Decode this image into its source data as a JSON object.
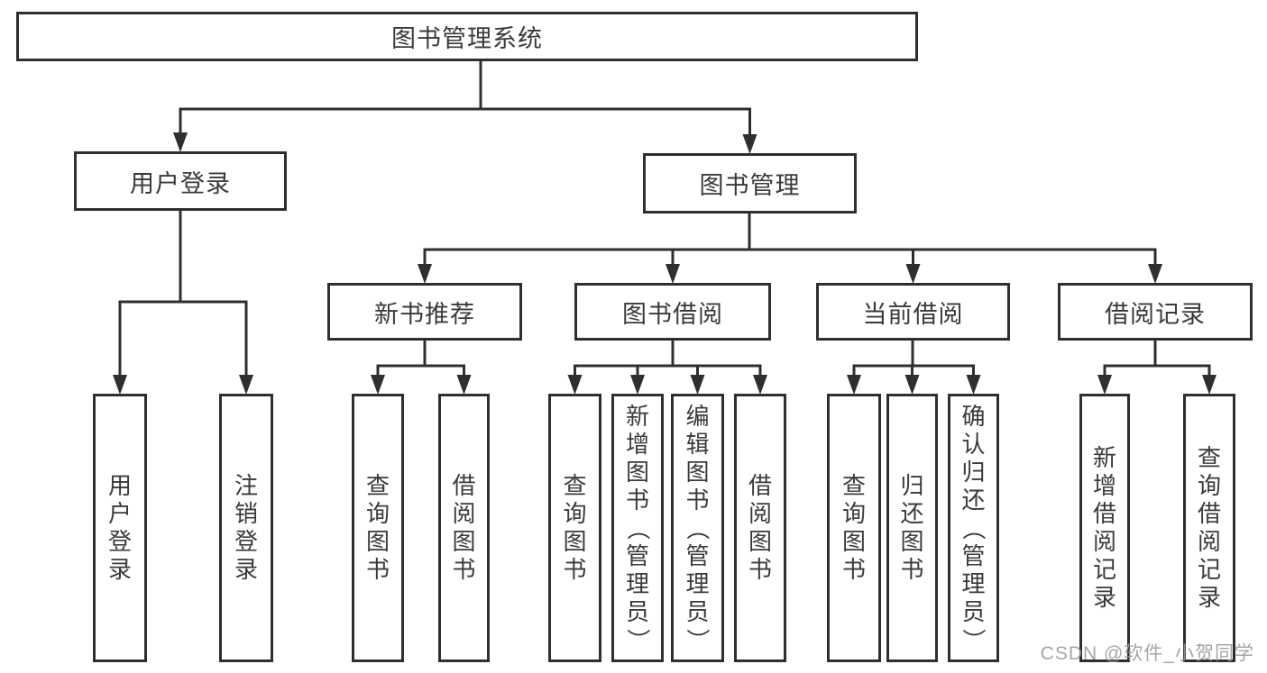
{
  "diagram": {
    "title": "图书管理系统",
    "type": "hierarchy-tree"
  },
  "watermark": {
    "text": "CSDN @软件_小贺同学"
  },
  "colors": {
    "line": "#2f2f2f",
    "box_border": "#2f2f2f",
    "text": "#3a3a3a",
    "watermark": "#969696",
    "background": "#ffffff"
  },
  "nodes": [
    {
      "id": "root",
      "label": "图书管理系统",
      "orientation": "horizontal",
      "level": 0
    },
    {
      "id": "user-login",
      "label": "用户登录",
      "orientation": "horizontal",
      "level": 1
    },
    {
      "id": "book-management",
      "label": "图书管理",
      "orientation": "horizontal",
      "level": 1
    },
    {
      "id": "new-book-recommend",
      "label": "新书推荐",
      "orientation": "horizontal",
      "level": 2
    },
    {
      "id": "book-borrowing",
      "label": "图书借阅",
      "orientation": "horizontal",
      "level": 2
    },
    {
      "id": "current-borrowing",
      "label": "当前借阅",
      "orientation": "horizontal",
      "level": 2
    },
    {
      "id": "borrowing-records",
      "label": "借阅记录",
      "orientation": "horizontal",
      "level": 2
    },
    {
      "id": "leaf-user-login",
      "label": "用户登录",
      "orientation": "vertical",
      "level": 3
    },
    {
      "id": "leaf-logout",
      "label": "注销登录",
      "orientation": "vertical",
      "level": 3
    },
    {
      "id": "leaf-query-books-1",
      "label": "查询图书",
      "orientation": "vertical",
      "level": 3
    },
    {
      "id": "leaf-borrow-books-1",
      "label": "借阅图书",
      "orientation": "vertical",
      "level": 3
    },
    {
      "id": "leaf-query-books-2",
      "label": "查询图书",
      "orientation": "vertical",
      "level": 3
    },
    {
      "id": "leaf-add-books",
      "label": "新增图书（管理员）",
      "orientation": "vertical",
      "level": 3
    },
    {
      "id": "leaf-edit-books",
      "label": "编辑图书（管理员）",
      "orientation": "vertical",
      "level": 3
    },
    {
      "id": "leaf-borrow-books-2",
      "label": "借阅图书",
      "orientation": "vertical",
      "level": 3
    },
    {
      "id": "leaf-query-books-3",
      "label": "查询图书",
      "orientation": "vertical",
      "level": 3
    },
    {
      "id": "leaf-return-books",
      "label": "归还图书",
      "orientation": "vertical",
      "level": 3
    },
    {
      "id": "leaf-confirm-return",
      "label": "确认归还（管理员）",
      "orientation": "vertical",
      "level": 3
    },
    {
      "id": "leaf-add-borrow-record",
      "label": "新增借阅记录",
      "orientation": "vertical",
      "level": 3
    },
    {
      "id": "leaf-query-borrow-record",
      "label": "查询借阅记录",
      "orientation": "vertical",
      "level": 3
    }
  ],
  "edges": [
    {
      "from": "root",
      "to": [
        "user-login",
        "book-management"
      ]
    },
    {
      "from": "user-login",
      "to": [
        "leaf-user-login",
        "leaf-logout"
      ]
    },
    {
      "from": "book-management",
      "to": [
        "new-book-recommend",
        "book-borrowing",
        "current-borrowing",
        "borrowing-records"
      ]
    },
    {
      "from": "new-book-recommend",
      "to": [
        "leaf-query-books-1",
        "leaf-borrow-books-1"
      ]
    },
    {
      "from": "book-borrowing",
      "to": [
        "leaf-query-books-2",
        "leaf-add-books",
        "leaf-edit-books",
        "leaf-borrow-books-2"
      ]
    },
    {
      "from": "current-borrowing",
      "to": [
        "leaf-query-books-3",
        "leaf-return-books",
        "leaf-confirm-return"
      ]
    },
    {
      "from": "borrowing-records",
      "to": [
        "leaf-add-borrow-record",
        "leaf-query-borrow-record"
      ]
    }
  ]
}
